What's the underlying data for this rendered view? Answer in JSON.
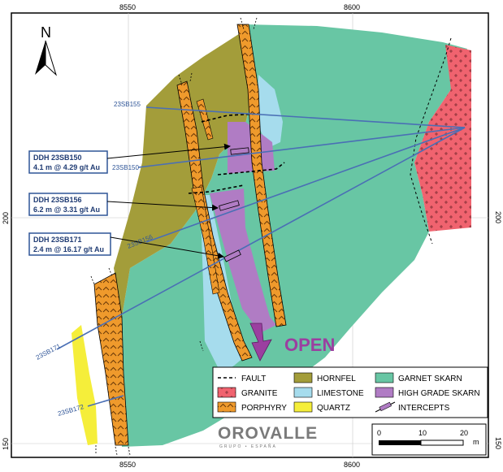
{
  "grid": {
    "east_labels": [
      "8550",
      "8600"
    ],
    "north_labels": [
      "200",
      "150"
    ]
  },
  "north_arrow": {
    "label": "N"
  },
  "drill_holes": [
    "23SB155",
    "23SB150",
    "23SB156",
    "23SB171",
    "23SB172"
  ],
  "callouts": [
    {
      "hole": "DDH 23SB150",
      "result": "4.1 m @ 4.29 g/t Au"
    },
    {
      "hole": "DDH 23SB156",
      "result": "6.2  m @ 3.31 g/t Au"
    },
    {
      "hole": "DDH 23SB171",
      "result": "2.4  m @ 16.17 g/t Au"
    }
  ],
  "open_label": "OPEN",
  "legend": {
    "fault": "FAULT",
    "hornfel": "HORNFEL",
    "garnet_skarn": "GARNET SKARN",
    "granite": "GRANITE",
    "limestone": "LIMESTONE",
    "high_grade_skarn": "HIGH GRADE SKARN",
    "porphyry": "PORPHYRY",
    "quartz": "QUARTZ",
    "intercepts": "INTERCEPTS"
  },
  "logo": {
    "name": "OROVALLE",
    "tagline": "GRUPO • ESPAÑA"
  },
  "scale": {
    "ticks": [
      "0",
      "10",
      "20"
    ],
    "unit": "m"
  },
  "colors": {
    "hornfel": "#a39d3a",
    "garnet_skarn": "#68c6a4",
    "granite": "#f0636f",
    "limestone": "#a6dced",
    "high_grade_skarn": "#b07cc4",
    "porphyry": "#ef9a2c",
    "quartz": "#f5ee3a",
    "drill_trace": "#4a6fb5",
    "open_arrow": "#9b3fa0"
  }
}
